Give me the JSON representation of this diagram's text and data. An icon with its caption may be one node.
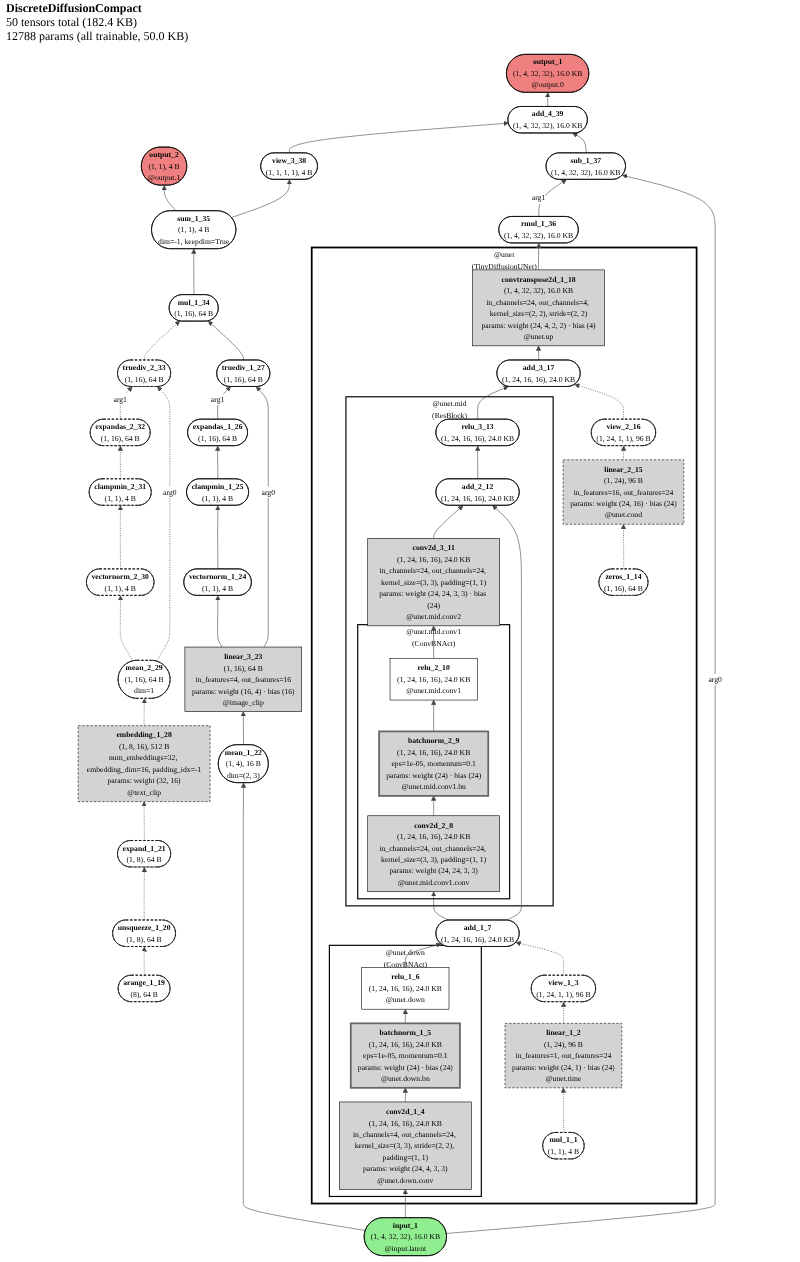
{
  "diagram": {
    "title": "DiscreteDiffusionCompact",
    "nodes": [
      {
        "text": [
          "output_2",
          "(1, 1), 4 B",
          "@output.1"
        ]
      },
      {
        "text": [
          "output_1",
          "(1, 4, 32, 32), 16.0 KB",
          "@output.0"
        ]
      },
      {
        "text": [
          "view_3_38",
          "(1, 1, 1, 1), 4 B"
        ]
      },
      {
        "text": [
          "sum_1_35",
          "(1, 1), 4 B",
          "dim=-1, keepdim=True"
        ]
      },
      {
        "text": [
          "add_4_39",
          "(1, 4, 32, 32), 16.0 KB"
        ]
      },
      {
        "text": [
          "mul_1_34",
          "(1, 16), 64 B"
        ]
      },
      {
        "text": [
          "sub_1_37",
          "(1, 4, 32, 32), 16.0 KB"
        ]
      },
      {
        "text": [
          "truediv_2_33",
          "(1, 16), 64 B"
        ]
      },
      {
        "text": [
          "truediv_1_27",
          "(1, 16), 64 B"
        ]
      },
      {
        "text": [
          "rmul_1_36",
          "(1, 4, 32, 32), 16.0 KB"
        ]
      },
      {
        "text": [
          "expandas_2_32",
          "(1, 16), 64 B"
        ]
      },
      {
        "text": [
          "expandas_1_26",
          "(1, 16), 64 B"
        ]
      },
      {
        "text": [
          "clampmin_2_31",
          "(1, 1), 4 B"
        ]
      },
      {
        "text": [
          "clampmin_1_25",
          "(1, 1), 4 B"
        ]
      },
      {
        "text": [
          "vectornorm_2_30",
          "(1, 1), 4 B"
        ]
      },
      {
        "text": [
          "vectornorm_1_24",
          "(1, 1), 4 B"
        ]
      },
      {
        "text": [
          "mean_2_29",
          "(1, 16), 64 B",
          "dim=1"
        ]
      },
      {
        "text": [
          "linear_3_23",
          "(1, 16), 64 B",
          "in_features=4, out_features=16",
          "params: weight (16, 4) · bias (16)",
          "@image_clip"
        ]
      },
      {
        "text": [
          "embedding_1_28",
          "(1, 8, 16), 512 B",
          "num_embeddings=32, embedding_dim=16, padding_idx=-1",
          "params: weight (32, 16)",
          "@text_clip"
        ]
      },
      {
        "text": [
          "mean_1_22",
          "(1, 4), 16 B",
          "dim=(2, 3)"
        ]
      },
      {
        "text": [
          "expand_1_21",
          "(1, 8), 64 B"
        ]
      },
      {
        "text": [
          "unsqueeze_1_20",
          "(1, 8), 64 B"
        ]
      },
      {
        "text": [
          "arange_1_19",
          "(8), 64 B"
        ]
      },
      {
        "text": [
          "@unet",
          "(TinyDiffusionUNet)"
        ]
      },
      {
        "text": [
          "convtranspose2d_1_18",
          "(1, 4, 32, 32), 16.0 KB",
          "in_channels=24, out_channels=4, kernel_size=(2, 2), stride=(2, 2)",
          "params: weight (24, 4, 2, 2) · bias (4)",
          "@unet.up"
        ],
        "in": 23
      },
      {
        "text": [
          "add_3_17",
          "(1, 24, 16, 16), 24.0 KB"
        ],
        "in": 23
      },
      {
        "text": [
          "@unet.mid",
          "(ResBlock)"
        ],
        "in": 23
      },
      {
        "text": [
          "view_2_16",
          "(1, 24, 1, 1), 96 B"
        ],
        "in": 23
      },
      {
        "text": [
          "relu_3_13",
          "(1, 24, 16, 16), 24.0 KB"
        ],
        "in": 26
      },
      {
        "text": [
          "linear_2_15",
          "(1, 24), 96 B",
          "in_features=16, out_features=24",
          "params: weight (24, 16) · bias (24)",
          "@unet.cond"
        ],
        "in": 23
      },
      {
        "text": [
          "add_2_12",
          "(1, 24, 16, 16), 24.0 KB"
        ],
        "in": 26
      },
      {
        "text": [
          "zeros_1_14",
          "(1, 16), 64 B"
        ],
        "in": 23
      },
      {
        "text": [
          "conv2d_3_11",
          "(1, 24, 16, 16), 24.0 KB",
          "in_channels=24, out_channels=24, kernel_size=(3, 3), padding=(1, 1)",
          "params: weight (24, 24, 3, 3) · bias (24)",
          "@unet.mid.conv2"
        ],
        "in": 26
      },
      {
        "text": [
          "@unet.mid.conv1",
          "(ConvBNAct)"
        ],
        "in": 26
      },
      {
        "text": [
          "relu_2_10",
          "(1, 24, 16, 16), 24.0 KB",
          "@unet.mid.conv1"
        ],
        "in": 33
      },
      {
        "text": [
          "batchnorm_2_9",
          "(1, 24, 16, 16), 24.0 KB",
          "eps=1e-05, momentum=0.1",
          "params: weight (24) · bias (24)",
          "@unet.mid.conv1.bn"
        ],
        "in": 33
      },
      {
        "text": [
          "conv2d_2_8",
          "(1, 24, 16, 16), 24.0 KB",
          "in_channels=24, out_channels=24, kernel_size=(3, 3), padding=(1, 1)",
          "params: weight (24, 24, 3, 3)",
          "@unet.mid.conv1.conv"
        ],
        "in": 33
      },
      {
        "text": [
          "add_1_7",
          "(1, 24, 16, 16), 24.0 KB"
        ],
        "in": 23
      },
      {
        "text": [
          "view_1_3",
          "(1, 24, 1, 1), 96 B"
        ],
        "in": 23
      },
      {
        "text": [
          "@unet.down",
          "(ConvBNAct)"
        ],
        "in": 23
      },
      {
        "text": [
          "relu_1_6",
          "(1, 24, 16, 16), 24.0 KB",
          "@unet.down"
        ],
        "in": 39
      },
      {
        "text": [
          "linear_1_2",
          "(1, 24), 96 B",
          "in_features=1, out_features=24",
          "params: weight (24, 1) · bias (24)",
          "@unet.time"
        ],
        "in": 23
      },
      {
        "text": [
          "batchnorm_1_5",
          "(1, 24, 16, 16), 24.0 KB",
          "eps=1e-05, momentum=0.1",
          "params: weight (24) · bias (24)",
          "@unet.down.bn"
        ],
        "in": 39
      },
      {
        "text": [
          "mul_1_1",
          "(1, 1), 4 B"
        ],
        "in": 23
      },
      {
        "text": [
          "conv2d_1_4",
          "(1, 24, 16, 16), 24.0 KB",
          "in_channels=4, out_channels=24, kernel_size=(3, 3), stride=(2, 2), padding=(1, 1)",
          "params: weight (24, 4, 3, 3)",
          "@unet.down.conv"
        ],
        "in": 39
      },
      {
        "text": [
          "input_1",
          "(1, 4, 32, 32), 16.0 KB",
          "@input.latent"
        ]
      }
    ],
    "edges": [
      {
        "from": 22,
        "to": 21,
        "arrow": "to",
        "style": "dashed"
      },
      {
        "from": 21,
        "to": 20,
        "arrow": "to",
        "style": "dashed"
      },
      {
        "from": 20,
        "to": 18,
        "arrow": "to",
        "style": "dashed"
      },
      {
        "from": 18,
        "to": 16,
        "arrow": "to",
        "style": "dashed"
      },
      {
        "from": 16,
        "to": 14,
        "arrow": "to",
        "style": "dashed"
      },
      {
        "from": 14,
        "to": 12,
        "arrow": "to",
        "style": "dashed"
      },
      {
        "from": 12,
        "to": 10,
        "arrow": "to",
        "style": "dashed"
      },
      {
        "from": 10,
        "to": 7,
        "arrow": "to",
        "style": "dashed",
        "label": "arg1"
      },
      {
        "from": 16,
        "to": 7,
        "arrow": "to",
        "style": "dashed",
        "label": "arg0"
      },
      {
        "from": 7,
        "to": 5,
        "arrow": "to",
        "style": "dashed"
      },
      {
        "from": 45,
        "to": 19,
        "arrow": "to"
      },
      {
        "from": 19,
        "to": 17,
        "arrow": "to"
      },
      {
        "from": 17,
        "to": 15,
        "arrow": "to"
      },
      {
        "from": 15,
        "to": 13,
        "arrow": "to"
      },
      {
        "from": 13,
        "to": 11,
        "arrow": "to"
      },
      {
        "from": 11,
        "to": 8,
        "arrow": "to",
        "label": "arg1"
      },
      {
        "from": 17,
        "to": 8,
        "arrow": "to",
        "label": "arg0"
      },
      {
        "from": 8,
        "to": 5,
        "arrow": "to"
      },
      {
        "from": 5,
        "to": 3,
        "arrow": "to"
      },
      {
        "from": 3,
        "to": 0,
        "arrow": "to"
      },
      {
        "from": 3,
        "to": 2,
        "arrow": "to"
      },
      {
        "from": 2,
        "to": 4,
        "arrow": "to"
      },
      {
        "from": 45,
        "to": 44,
        "arrow": "to"
      },
      {
        "from": 44,
        "to": 42,
        "arrow": "to"
      },
      {
        "from": 42,
        "to": 40,
        "arrow": "to"
      },
      {
        "from": 40,
        "to": 37,
        "arrow": "to"
      },
      {
        "from": 43,
        "to": 41,
        "arrow": "to",
        "style": "dashed"
      },
      {
        "from": 41,
        "to": 38,
        "arrow": "to",
        "style": "dashed"
      },
      {
        "from": 38,
        "to": 37,
        "arrow": "to",
        "style": "dashed"
      },
      {
        "from": 37,
        "to": 36,
        "arrow": "to"
      },
      {
        "from": 36,
        "to": 35,
        "arrow": "to"
      },
      {
        "from": 35,
        "to": 34,
        "arrow": "to"
      },
      {
        "from": 34,
        "to": 32,
        "arrow": "to"
      },
      {
        "from": 32,
        "to": 30,
        "arrow": "to"
      },
      {
        "from": 37,
        "to": 30,
        "arrow": "to"
      },
      {
        "from": 30,
        "to": 28,
        "arrow": "to"
      },
      {
        "from": 28,
        "to": 25,
        "arrow": "to"
      },
      {
        "from": 31,
        "to": 29,
        "arrow": "to",
        "style": "dashed"
      },
      {
        "from": 29,
        "to": 27,
        "arrow": "to",
        "style": "dashed"
      },
      {
        "from": 27,
        "to": 25,
        "arrow": "to",
        "style": "dashed"
      },
      {
        "from": 25,
        "to": 24,
        "arrow": "to"
      },
      {
        "from": 24,
        "to": 9,
        "arrow": "to"
      },
      {
        "from": 9,
        "to": 6,
        "arrow": "to",
        "label": "arg1"
      },
      {
        "from": 45,
        "to": 6,
        "arrow": "to",
        "label": "arg0"
      },
      {
        "from": 6,
        "to": 4,
        "arrow": "to"
      },
      {
        "from": 4,
        "to": 1,
        "arrow": "to"
      }
    ],
    "labels": [
      "50 tensors total (182.4 KB)",
      "12788 params (all trainable, 50.0 KB)"
    ]
  }
}
